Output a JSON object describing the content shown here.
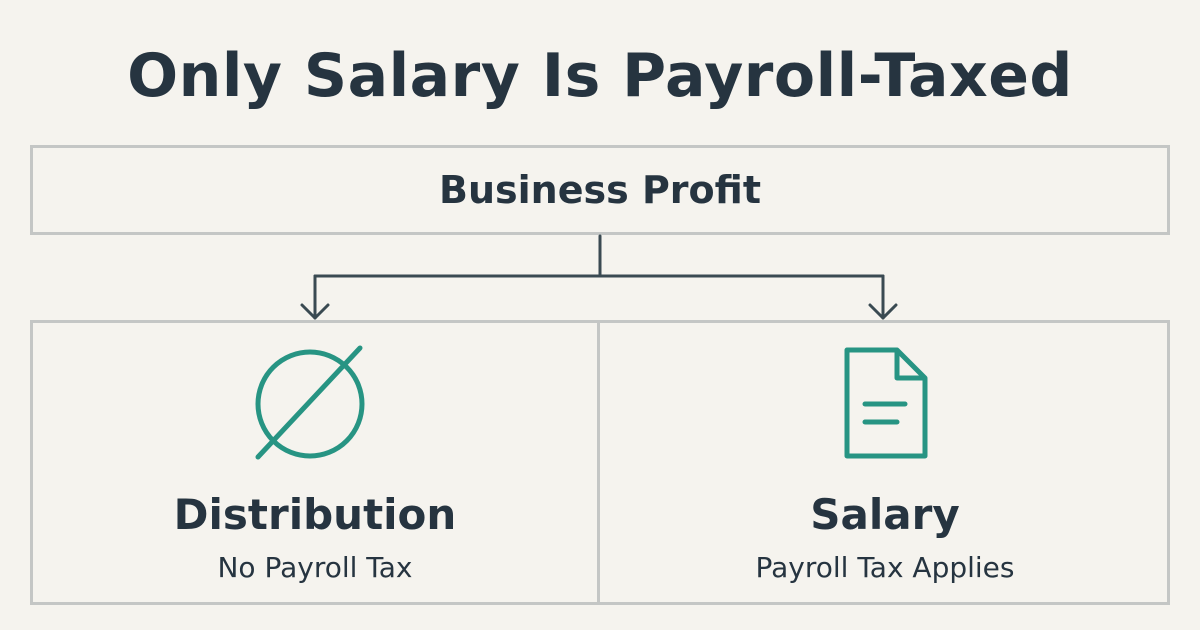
{
  "title": "Only Salary Is Payroll-Taxed",
  "root": {
    "label": "Business Profit"
  },
  "branches": [
    {
      "title": "Distribution",
      "subtitle": "No Payroll Tax",
      "icon": "empty-set-icon"
    },
    {
      "title": "Salary",
      "subtitle": "Payroll Tax Applies",
      "icon": "document-icon"
    }
  ],
  "colors": {
    "background": "#f5f3ee",
    "text": "#263440",
    "border": "#c4c6c5",
    "connector": "#3a4a52",
    "accent": "#279483"
  }
}
